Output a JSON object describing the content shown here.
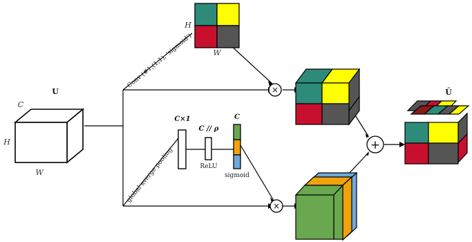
{
  "title_u": "U",
  "title_u_hat": "Û",
  "dims": {
    "c": "C",
    "h": "H",
    "w": "W"
  },
  "spatial_map": {
    "h": "H",
    "w": "W"
  },
  "branches": {
    "conv_label": "Conv (#1,(1,1), 'sigmoid')",
    "pool_label": "global averge pooling"
  },
  "fc1": {
    "label": "C×1"
  },
  "fc2": {
    "label": "C // ρ",
    "activation": "ReLU"
  },
  "fc3": {
    "label": "C",
    "activation": "sigmoid"
  },
  "ops": {
    "mult": "×",
    "add": "+"
  },
  "colors": {
    "teal": "#2e8b7a",
    "yellow": "#ffff00",
    "red": "#c8102e",
    "gray": "#555555",
    "green": "#6aa84f",
    "orange": "#f0a30a",
    "blue": "#6fa8dc"
  }
}
